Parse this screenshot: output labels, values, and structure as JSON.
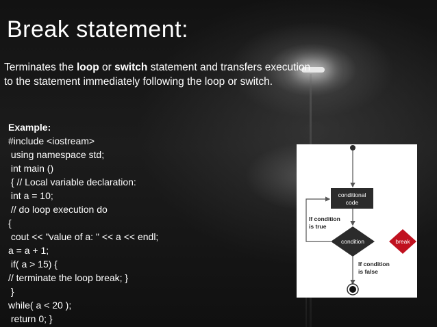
{
  "slide": {
    "title": "Break statement:",
    "intro": {
      "part1": "Terminates the ",
      "bold1": "loop",
      "part2": " or ",
      "bold2": "switch",
      "part3": " statement and transfers execution to the statement immediately following the loop or switch."
    },
    "example": {
      "label": "Example:",
      "lines": [
        "#include <iostream>",
        " using namespace std;",
        " int main ()",
        " { // Local variable declaration:",
        " int a = 10;",
        " // do loop execution do",
        "{",
        " cout << \"value of a: \" << a << endl;",
        "a = a + 1;",
        " if( a > 15) {",
        "// terminate the loop break; }",
        " }",
        "while( a < 20 );",
        " return 0; }"
      ]
    }
  },
  "flowchart": {
    "box1": "conditional",
    "box2": "code",
    "cond_true_1": "If condition",
    "cond_true_2": "is true",
    "decision": "condition",
    "break_label": "break",
    "cond_false_1": "If condition",
    "cond_false_2": "is false",
    "colors": {
      "node": "#2b2b2b",
      "break": "#c0111f",
      "line": "#555555"
    }
  }
}
